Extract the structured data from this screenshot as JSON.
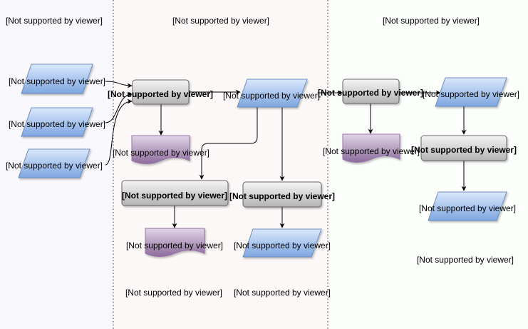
{
  "diagram": {
    "lanes": [
      {
        "id": "lane1",
        "label": "[Not supported by viewer]",
        "fill": "#f8f8fd"
      },
      {
        "id": "lane2",
        "label": "[Not supported by viewer]",
        "fill": "#fdf8f8"
      },
      {
        "id": "lane3",
        "label": "[Not supported by viewer]",
        "fill": "#fbfefb"
      }
    ],
    "inputs": [
      {
        "id": "in1",
        "label": "[Not supported by viewer]"
      },
      {
        "id": "in2",
        "label": "[Not supported by viewer]"
      },
      {
        "id": "in3",
        "label": "[Not supported by viewer]"
      }
    ],
    "processes": [
      {
        "id": "p1",
        "label": "[Not supported by viewer]"
      },
      {
        "id": "p2",
        "label": "[Not supported by viewer]"
      },
      {
        "id": "p3",
        "label": "[Not supported by viewer]"
      },
      {
        "id": "p4",
        "label": "[Not supported by viewer]"
      },
      {
        "id": "p5",
        "label": "[Not supported by viewer]"
      }
    ],
    "data_nodes": [
      {
        "id": "d1",
        "label": "[Not supported by viewer]"
      },
      {
        "id": "d2",
        "label": "[Not supported by viewer]"
      },
      {
        "id": "d3",
        "label": "[Not supported by viewer]"
      },
      {
        "id": "d4",
        "label": "[Not supported by viewer]"
      }
    ],
    "documents": [
      {
        "id": "doc1",
        "label": "[Not supported by viewer]"
      },
      {
        "id": "doc2",
        "label": "[Not supported by viewer]"
      },
      {
        "id": "doc3",
        "label": "[Not supported by viewer]"
      }
    ],
    "captions": [
      {
        "id": "c1",
        "label": "[Not supported by viewer]"
      },
      {
        "id": "c2",
        "label": "[Not supported by viewer]"
      },
      {
        "id": "c3",
        "label": "[Not supported by viewer]"
      }
    ],
    "colors": {
      "parallelogram_top": "#dae8fc",
      "parallelogram_bottom": "#7ea6e0",
      "parallelogram_stroke": "#6c8ebf",
      "process_top": "#f5f5f5",
      "process_bottom": "#b3b3b3",
      "process_stroke": "#666666",
      "document_top": "#e1d5e7",
      "document_bottom": "#8c6c9c",
      "document_stroke": "#9673a6",
      "lane_divider": "#333333",
      "edge": "#000000"
    }
  }
}
